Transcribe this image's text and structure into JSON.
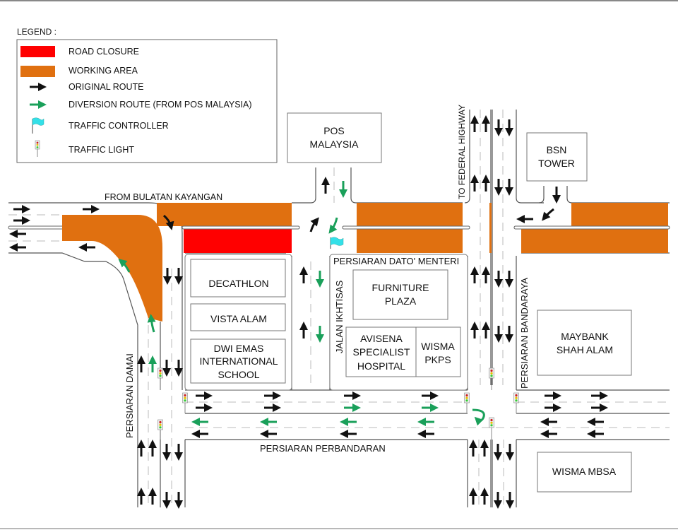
{
  "legend": {
    "title": "LEGEND :",
    "items": [
      {
        "key": "road-closure",
        "label": "ROAD CLOSURE",
        "color": "#ff0000"
      },
      {
        "key": "working-area",
        "label": "WORKING AREA",
        "color": "#e07010"
      },
      {
        "key": "original-route",
        "label": "ORIGINAL ROUTE",
        "color": "#111111"
      },
      {
        "key": "diversion-route",
        "label": "DIVERSION ROUTE (FROM POS MALAYSIA)",
        "color": "#1aa05a"
      },
      {
        "key": "traffic-controller",
        "label": "TRAFFIC CONTROLLER",
        "color": "#33e0e8"
      },
      {
        "key": "traffic-light",
        "label": "TRAFFIC LIGHT",
        "color": "#cc2222"
      }
    ]
  },
  "colors": {
    "closure": "#ff0000",
    "working": "#e07010",
    "original": "#111111",
    "diversion": "#1aa05a",
    "controller": "#33e0e8"
  },
  "roads": {
    "bulatan_kayangan": "FROM BULATAN KAYANGAN",
    "federal_highway": "TO FEDERAL HIGHWAY",
    "dato_menteri": "PERSIARAN DATO' MENTERI",
    "jalan_ikhtisas": "JALAN IKHTISAS",
    "bandaraya": "PERSIARAN BANDARAYA",
    "damai": "PERSIARAN DAMAI",
    "perbandaran": "PERSIARAN PERBANDARAN"
  },
  "buildings": {
    "pos_malaysia": [
      "POS",
      "MALAYSIA"
    ],
    "bsn_tower": [
      "BSN",
      "TOWER"
    ],
    "decathlon": [
      "DECATHLON"
    ],
    "vista_alam": [
      "VISTA ALAM"
    ],
    "dwi_emas": [
      "DWI EMAS",
      "INTERNATIONAL",
      "SCHOOL"
    ],
    "furniture_plaza": [
      "FURNITURE",
      "PLAZA"
    ],
    "avisena": [
      "AVISENA",
      "SPECIALIST",
      "HOSPITAL"
    ],
    "wisma_pkps": [
      "WISMA",
      "PKPS"
    ],
    "maybank": [
      "MAYBANK",
      "SHAH ALAM"
    ],
    "wisma_mbsa": [
      "WISMA MBSA"
    ]
  }
}
